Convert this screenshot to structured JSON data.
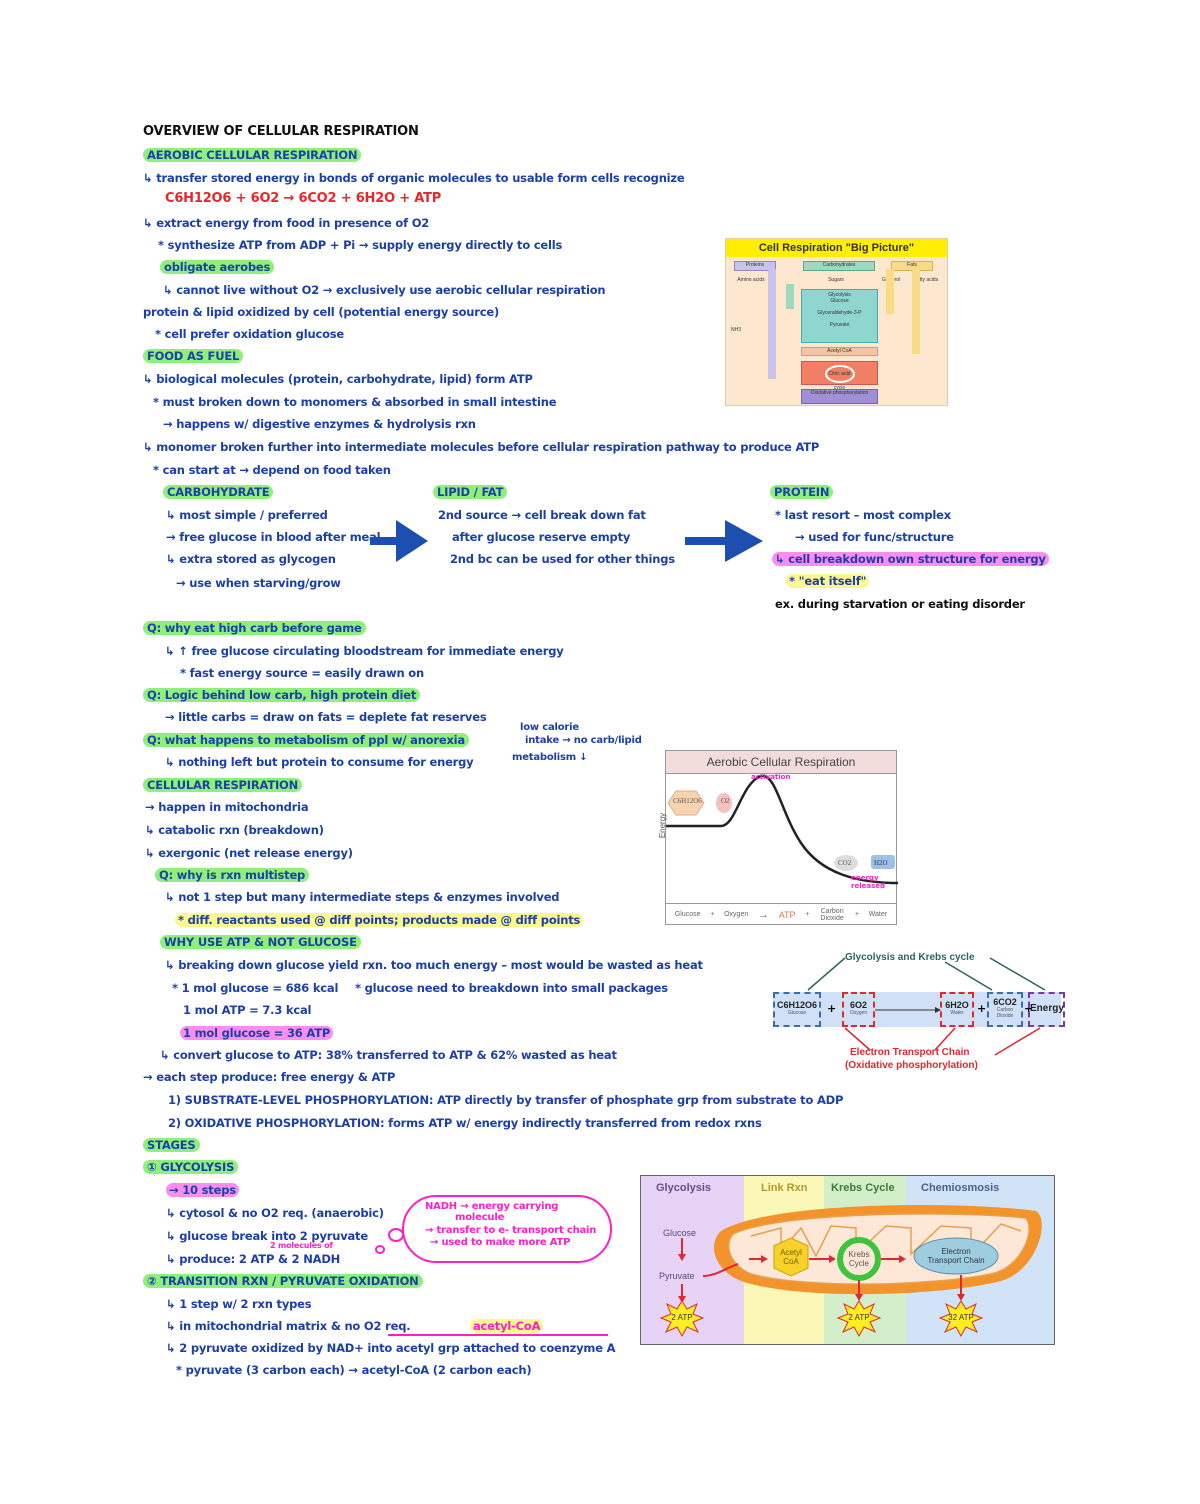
{
  "page": {
    "title": "OVERVIEW OF CELLULAR RESPIRATION"
  },
  "section_aerobic": {
    "heading": "AEROBIC CELLULAR RESPIRATION",
    "lines": [
      "↳ transfer stored energy in bonds of organic molecules to usable form cells recognize",
      "C6H12O6 + 6O2 → 6CO2 + 6H2O + ATP",
      "↳ extract energy from food in presence of O2",
      "* synthesize ATP from ADP + Pi → supply energy directly to cells",
      "obligate aerobes",
      "↳ cannot live without O2 → exclusively use aerobic cellular respiration",
      "protein & lipid oxidized by cell (potential energy source)",
      "* cell prefer oxidation glucose"
    ]
  },
  "section_food": {
    "heading": "FOOD AS FUEL",
    "lines": [
      "↳ biological molecules (protein, carbohydrate, lipid) form ATP",
      "* must broken down to monomers & absorbed in small intestine",
      "→ happens w/ digestive enzymes & hydrolysis rxn",
      "↳ monomer broken further into intermediate molecules before cellular respiration pathway to produce ATP",
      "* can start at → depend on food taken"
    ]
  },
  "macros": {
    "carbohydrate": {
      "heading": "CARBOHYDRATE",
      "lines": [
        "↳ most simple / preferred",
        "→ free glucose in blood after meal",
        "↳ extra stored as glycogen",
        "→ use when starving/grow"
      ]
    },
    "lipid": {
      "heading": "LIPID / FAT",
      "lines": [
        "2nd source → cell break down fat",
        "after glucose reserve empty",
        "2nd bc can be used for other things"
      ]
    },
    "protein": {
      "heading": "PROTEIN",
      "lines": [
        "* last resort – most complex",
        "→ used for func/structure",
        "↳ cell breakdown own structure for energy",
        "* \"eat itself\"",
        "ex. during starvation or eating disorder"
      ]
    }
  },
  "questions": {
    "q1": "Q: why eat high carb before game",
    "q1_lines": [
      "↳ ↑ free glucose circulating bloodstream for immediate energy",
      "* fast energy source = easily drawn on"
    ],
    "q2": "Q: Logic behind low carb, high protein diet",
    "q2_lines": [
      "→ little carbs = draw on fats = deplete fat reserves"
    ],
    "q3": "Q: what happens to metabolism of ppl w/ anorexia",
    "q3_lines": [
      "↳ nothing left but protein to consume for energy"
    ],
    "q3_side": [
      "low calorie",
      "intake → no carb/lipid",
      "metabolism ↓"
    ]
  },
  "section_cr": {
    "heading": "CELLULAR RESPIRATION",
    "lines": [
      "→ happen in mitochondria",
      "↳ catabolic rxn (breakdown)",
      "↳ exergonic (net release energy)"
    ],
    "q_heading": "Q: why is rxn multistep",
    "q_lines": [
      "↳ not 1 step but many intermediate steps & enzymes involved",
      "* diff. reactants used @ diff points; products made @ diff points"
    ],
    "why_heading": "WHY USE ATP & NOT GLUCOSE",
    "why_lines": [
      "↳ breaking down glucose yield rxn. too much energy – most would be wasted as heat",
      "* 1 mol glucose = 686 kcal",
      "* glucose need to breakdown into small packages",
      "1 mol ATP = 7.3 kcal",
      "1 mol glucose = 36 ATP",
      "↳ convert glucose to ATP: 38% transferred to ATP & 62% wasted as heat",
      "→ each step produce: free energy & ATP"
    ],
    "phos": [
      "1) SUBSTRATE-LEVEL PHOSPHORYLATION: ATP directly by transfer of phosphate grp from substrate to ADP",
      "2) OXIDATIVE PHOSPHORYLATION: forms ATP w/ energy indirectly transferred from redox rxns"
    ]
  },
  "stages": {
    "heading": "STAGES",
    "glycolysis": {
      "heading": "① GLYCOLYSIS",
      "lines": [
        "→ 10 steps",
        "↳ cytosol & no O2 req. (anaerobic)",
        "↳ glucose break into 2 pyruvate",
        "↳ produce: 2 ATP & 2 NADH",
        "2 molecules of"
      ]
    },
    "cloud": [
      "NADH → energy carrying",
      "molecule",
      "→ transfer to e- transport chain",
      "→ used to make more ATP"
    ],
    "transition": {
      "heading": "② TRANSITION RXN / PYRUVATE OXIDATION",
      "lines": [
        "↳ 1 step w/ 2 rxn types",
        "↳ in mitochondrial matrix & no O2 req.",
        "↳ 2 pyruvate oxidized by NAD+ into acetyl grp attached to coenzyme A",
        "* pyruvate (3 carbon each) → acetyl-CoA (2 carbon each)"
      ],
      "annotation": "acetyl-CoA"
    }
  },
  "figures": {
    "big_picture": {
      "title": "Cell Respiration \"Big Picture\"",
      "top_boxes": [
        "Proteins",
        "Carbohydrates",
        "Fats"
      ],
      "labels": [
        "Amino acids",
        "Sugars",
        "Glycerol",
        "Fatty acids",
        "Glycolysis",
        "Glucose",
        "Glyceraldehyde-3-P",
        "Pyruvate",
        "NH3",
        "Acetyl CoA",
        "Citric acid cycle",
        "Oxidative phosphorylation"
      ],
      "colors": {
        "header": "#ffee00",
        "bg": "#fde7cf",
        "glycolysis": "#8fd6d0",
        "krebs": "#f07f63",
        "oxphos": "#9f8fd6",
        "protein": "#c9c3ea",
        "fat": "#f9da86",
        "carb": "#9fd8c1"
      }
    },
    "aerobic_chart": {
      "title": "Aerobic Cellular Respiration",
      "ylabel": "Energy",
      "reactants": [
        "C6H12O6",
        "O2"
      ],
      "products": [
        "CO2",
        "H2O"
      ],
      "equation": [
        "Glucose",
        "+",
        "Oxygen",
        "→",
        "ATP",
        "+",
        "Carbon Dioxide",
        "+",
        "Water"
      ],
      "annotation_peak": "activation",
      "annotation_end": "energy released"
    },
    "equation_fig": {
      "top_label": "Glycolysis and Krebs cycle",
      "terms": [
        {
          "formula": "C6H12O6",
          "name": "Glucose",
          "border": "#3a6ea5"
        },
        {
          "formula": "6O2",
          "name": "Oxygen",
          "border": "#e0282e"
        },
        {
          "formula": "6H2O",
          "name": "Water",
          "border": "#e0282e"
        },
        {
          "formula": "6CO2",
          "name": "Carbon Dioxide",
          "border": "#3a6ea5"
        },
        {
          "formula": "Energy",
          "name": "",
          "border": "#7a3aa5"
        }
      ],
      "bottom_label_1": "Electron Transport Chain",
      "bottom_label_2": "(Oxidative phosphorylation)"
    },
    "mito": {
      "columns": [
        {
          "label": "Glycolysis",
          "bg": "#e6d3f5",
          "color": "#6a4c8c"
        },
        {
          "label": "Link Rxn",
          "bg": "#fbf7b6",
          "color": "#b39a2a"
        },
        {
          "label": "Krebs Cycle",
          "bg": "#d3efc9",
          "color": "#3d7a34"
        },
        {
          "label": "Chemiosmosis",
          "bg": "#d1e4f7",
          "color": "#4a5f8c"
        }
      ],
      "glucose": "Glucose",
      "pyruvate": "Pyruvate",
      "acetyl": [
        "Acetyl",
        "CoA"
      ],
      "krebs": [
        "Krebs",
        "Cycle"
      ],
      "etc": [
        "Electron",
        "Transport Chain"
      ],
      "atp": [
        "2 ATP",
        "2 ATP",
        "32 ATP"
      ]
    }
  }
}
